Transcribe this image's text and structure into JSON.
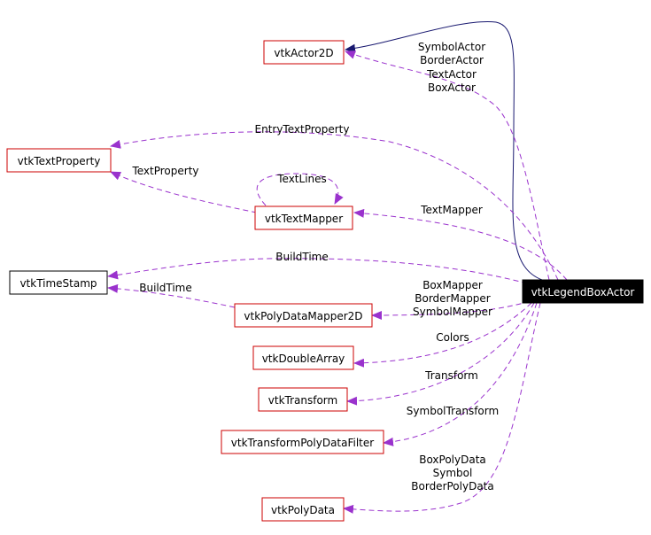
{
  "colors": {
    "node_border_red": "#cc0000",
    "node_border_black": "#000000",
    "main_node_fill": "#000000",
    "main_node_text": "#ffffff",
    "edge_purple": "#9a32cd",
    "edge_navy": "#191970"
  },
  "nodes": {
    "actor2d": "vtkActor2D",
    "text_property": "vtkTextProperty",
    "text_mapper": "vtkTextMapper",
    "time_stamp": "vtkTimeStamp",
    "poly_data_mapper2d": "vtkPolyDataMapper2D",
    "double_array": "vtkDoubleArray",
    "transform": "vtkTransform",
    "transform_filter": "vtkTransformPolyDataFilter",
    "poly_data": "vtkPolyData",
    "legend_box_actor": "vtkLegendBoxActor"
  },
  "edge_labels": {
    "actor_lines": [
      "SymbolActor",
      "BorderActor",
      "TextActor",
      "BoxActor"
    ],
    "entry_text_property": "EntryTextProperty",
    "text_property": "TextProperty",
    "text_lines": "TextLines",
    "text_mapper": "TextMapper",
    "build_time_main": "BuildTime",
    "build_time_mapper": "BuildTime",
    "mapper_lines": [
      "BoxMapper",
      "BorderMapper",
      "SymbolMapper"
    ],
    "colors": "Colors",
    "transform": "Transform",
    "symbol_transform": "SymbolTransform",
    "polydata_lines": [
      "BoxPolyData",
      "Symbol",
      "BorderPolyData"
    ]
  }
}
